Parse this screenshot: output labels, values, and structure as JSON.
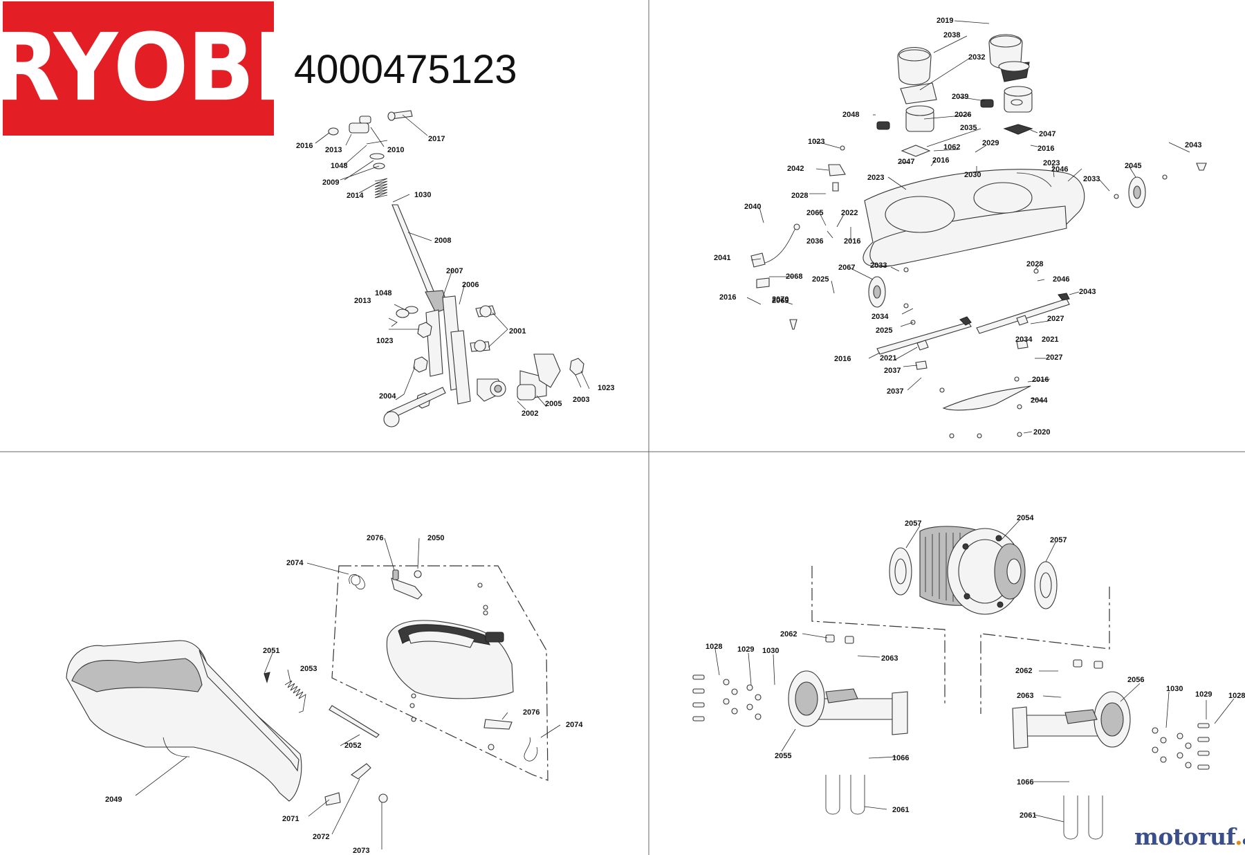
{
  "brand": {
    "logo_text": "RYOBI",
    "color": "#e31e24"
  },
  "model_number": "4000475123",
  "watermark": {
    "word": "motoruf",
    "tld": "de"
  },
  "panels": {
    "steering_lever": {
      "callouts": [
        "2017",
        "2016",
        "2013",
        "2010",
        "1048",
        "2009",
        "2014",
        "1030",
        "2008",
        "2007",
        "2006",
        "2013",
        "1048",
        "2001",
        "1023",
        "2004",
        "2002",
        "2005",
        "2003",
        "1023"
      ]
    },
    "mower_deck": {
      "callouts": [
        "2019",
        "2038",
        "2032",
        "2039",
        "2048",
        "2026",
        "2035",
        "2047",
        "1023",
        "1062",
        "2029",
        "2016",
        "2047",
        "2016",
        "2043",
        "2042",
        "2023",
        "2030",
        "2023",
        "2046",
        "2045",
        "2033",
        "2028",
        "2040",
        "2065",
        "2022",
        "2036",
        "2016",
        "2041",
        "2068",
        "2067",
        "2033",
        "2028",
        "2025",
        "2046",
        "2016",
        "2069",
        "2070",
        "2043",
        "2034",
        "2025",
        "2016",
        "2021",
        "2027",
        "2037",
        "2034",
        "2021",
        "2027",
        "2016",
        "2037",
        "2044",
        "2020"
      ]
    },
    "grass_guard": {
      "callouts": [
        "2076",
        "2050",
        "2074",
        "2051",
        "2053",
        "2052",
        "2076",
        "2074",
        "2049",
        "2071",
        "2072",
        "2073"
      ]
    },
    "rear_axle": {
      "callouts": [
        "2057",
        "2054",
        "2057",
        "2062",
        "2063",
        "1028",
        "1029",
        "1030",
        "2062",
        "2063",
        "2056",
        "1030",
        "1029",
        "1028",
        "2055",
        "1066",
        "1066",
        "2061",
        "2061"
      ]
    }
  }
}
